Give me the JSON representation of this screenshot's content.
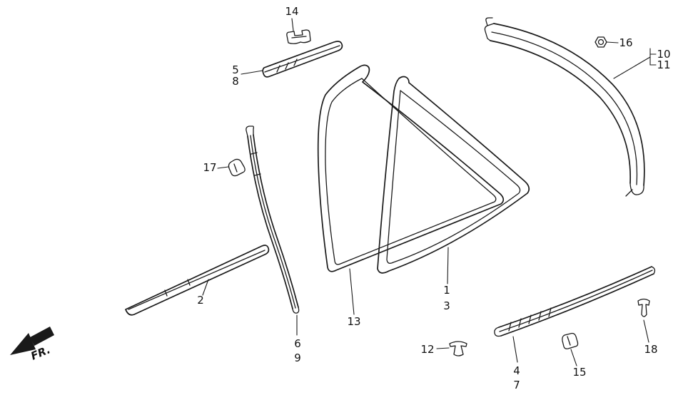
{
  "colors": {
    "background": "#ffffff",
    "line": "#1a1a1a",
    "text": "#111111"
  },
  "labels": {
    "part_1": "1",
    "part_2": "2",
    "part_3": "3",
    "part_4": "4",
    "part_5": "5",
    "part_6": "6",
    "part_7": "7",
    "part_8": "8",
    "part_9": "9",
    "part_10": "10",
    "part_11": "11",
    "part_12": "12",
    "part_13": "13",
    "part_14": "14",
    "part_15": "15",
    "part_16": "16",
    "part_17": "17",
    "part_18": "18",
    "direction": "FR."
  }
}
